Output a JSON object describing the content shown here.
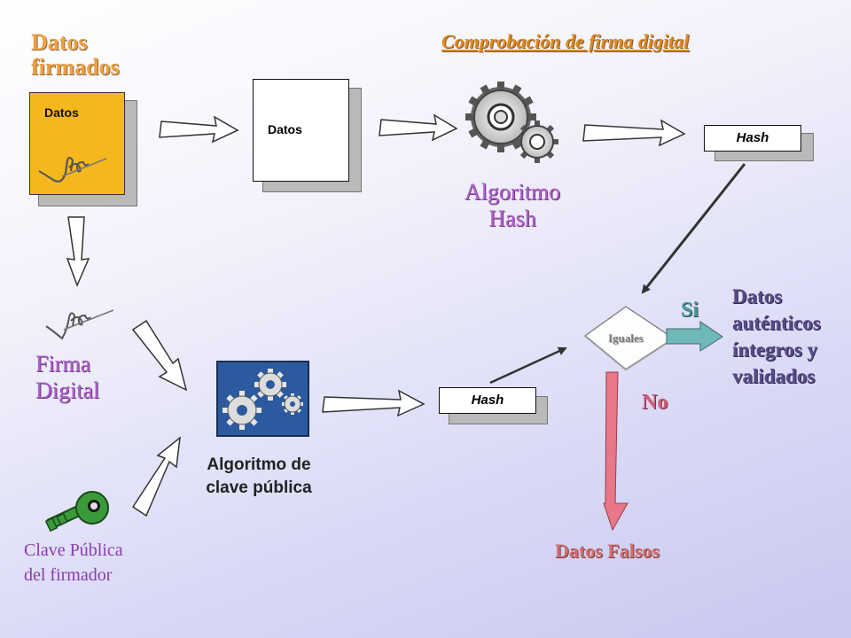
{
  "labels": {
    "datos_firmados": [
      "Datos",
      "firmados"
    ],
    "title": "Comprobación de firma digital",
    "datos_signed_box": "Datos",
    "datos_plain_box": "Datos",
    "hash_top": "Hash",
    "algoritmo_hash": [
      "Algoritmo",
      "Hash"
    ],
    "firma_digital": [
      "Firma",
      "Digital"
    ],
    "algoritmo_clave": [
      "Algoritmo de",
      "clave pública"
    ],
    "hash_bottom": "Hash",
    "iguales": "Iguales",
    "si": "Si",
    "no": "No",
    "resultado_ok": [
      "Datos",
      "auténticos",
      "íntegros y",
      "validados"
    ],
    "resultado_falso": "Datos Falsos",
    "clave_publica": [
      "Clave Pública",
      "del firmador"
    ]
  },
  "colors": {
    "orange_title": "#f0a040",
    "lilac_text": "#b25fd0",
    "signed_box_fill": "#f5b81c",
    "gear_box_fill": "#2d5a9e",
    "key_fill": "#3a9a3a",
    "si_arrow": "#6fb8b8",
    "no_arrow": "#e87888",
    "falsos_text": "#d07070"
  },
  "icons": [
    "gears-icon",
    "signature-icon",
    "key-icon",
    "gear-box-icon"
  ]
}
